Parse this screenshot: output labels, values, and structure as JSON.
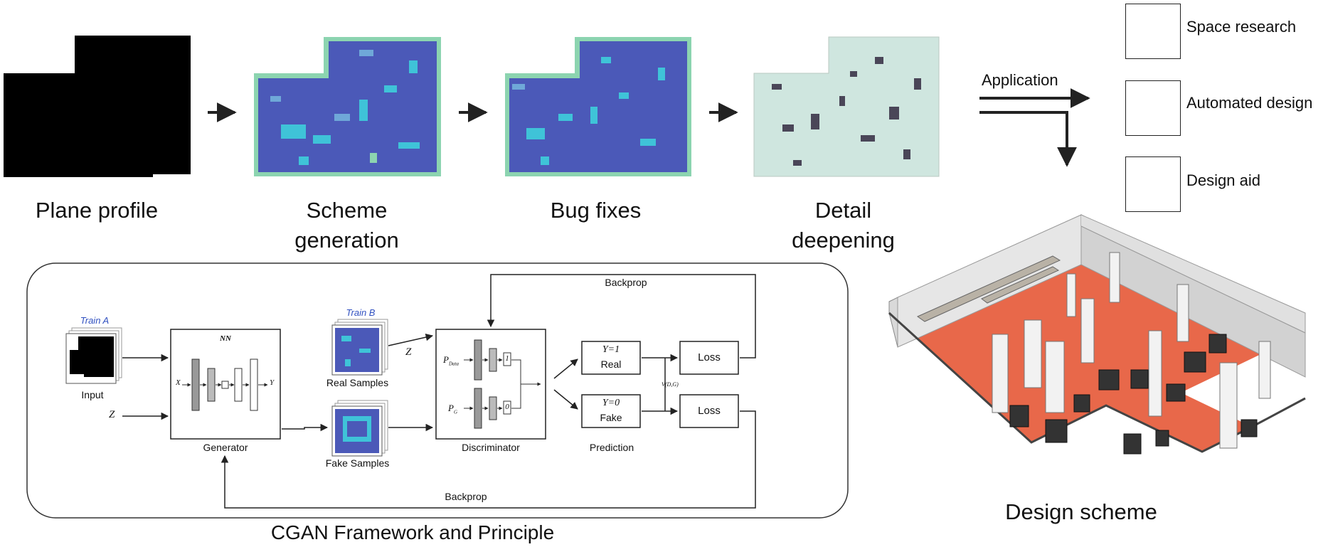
{
  "pipeline": {
    "stages": [
      {
        "line1": "Plane profile",
        "line2": ""
      },
      {
        "line1": "Scheme",
        "line2": "generation"
      },
      {
        "line1": "Bug fixes",
        "line2": ""
      },
      {
        "line1": "Detail",
        "line2": "deepening"
      }
    ]
  },
  "application": {
    "label": "Application",
    "items": [
      {
        "label": "Space research",
        "icon": "magnifier-scatter-icon"
      },
      {
        "label": "Automated design",
        "icon": "browser-gear-icon"
      },
      {
        "label": "Design aid",
        "icon": "layers-s-icon"
      }
    ]
  },
  "design_scheme": {
    "label": "Design scheme"
  },
  "cgan": {
    "caption": "CGAN Framework and Principle",
    "train_a": "Train A",
    "train_b": "Train B",
    "input": "Input",
    "z": "Z",
    "nn": "NN",
    "x": "X",
    "y": "Y",
    "generator": "Generator",
    "real_samples": "Real Samples",
    "fake_samples": "Fake Samples",
    "p_data": "P",
    "p_data_sub": "Data",
    "p_g": "P",
    "p_g_sub": "G",
    "one": "1",
    "zero": "0",
    "discriminator": "Discriminator",
    "pred_real_eq": "Y=1",
    "pred_real": "Real",
    "pred_fake_eq": "Y=0",
    "pred_fake": "Fake",
    "prediction": "Prediction",
    "v_dg": "V(D,G)",
    "loss_top": "Loss",
    "loss_bottom": "Loss",
    "backprop_top": "Backprop",
    "backprop_bottom": "Backprop"
  },
  "colors": {
    "plan_blue": "#4b59b8",
    "plan_cyan": "#3fc3d8",
    "plan_green": "#8cd4b0",
    "detail_bg": "#cfe6df",
    "detail_dark": "#4a4658",
    "floor": "#e8684a",
    "train_label": "#3050c0"
  }
}
